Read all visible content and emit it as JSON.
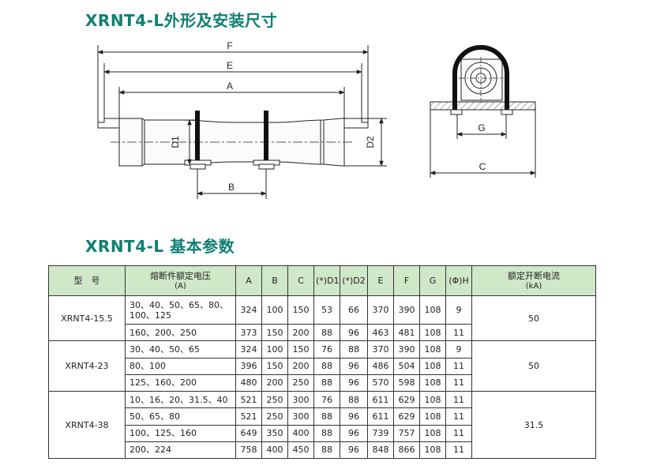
{
  "titles": {
    "drawing": "XRNT4-L外形及安装尺寸",
    "table": "XRNT4-L 基本参数"
  },
  "drawing_labels": {
    "F": "F",
    "E": "E",
    "A": "A",
    "B": "B",
    "D1": "D1",
    "D2": "D2",
    "G": "G",
    "C": "C"
  },
  "table": {
    "headers": {
      "model": "型　号",
      "voltage_line1": "熔断件额定电压",
      "voltage_line2": "(A)",
      "A": "A",
      "B": "B",
      "C": "C",
      "D1": "(*)D1",
      "D2": "(*)D2",
      "E": "E",
      "F": "F",
      "G": "G",
      "H": "(Φ)H",
      "breaking_line1": "额定开断电流",
      "breaking_line2": "(kA)"
    },
    "groups": [
      {
        "model": "XRNT4-15.5",
        "breaking": "50",
        "rows": [
          {
            "rating": "30、40、50、65、80、100、125",
            "A": "324",
            "B": "100",
            "C": "150",
            "D1": "53",
            "D2": "66",
            "E": "370",
            "F": "390",
            "G": "108",
            "H": "9"
          },
          {
            "rating": "160、200、250",
            "A": "373",
            "B": "150",
            "C": "200",
            "D1": "88",
            "D2": "96",
            "E": "463",
            "F": "481",
            "G": "108",
            "H": "11"
          }
        ]
      },
      {
        "model": "XRNT4-23",
        "breaking": "50",
        "rows": [
          {
            "rating": "30、40、50、65",
            "A": "324",
            "B": "100",
            "C": "150",
            "D1": "76",
            "D2": "88",
            "E": "370",
            "F": "390",
            "G": "108",
            "H": "9"
          },
          {
            "rating": "80、100",
            "A": "396",
            "B": "150",
            "C": "200",
            "D1": "88",
            "D2": "96",
            "E": "486",
            "F": "504",
            "G": "108",
            "H": "11"
          },
          {
            "rating": "125、160、200",
            "A": "480",
            "B": "200",
            "C": "250",
            "D1": "88",
            "D2": "96",
            "E": "570",
            "F": "598",
            "G": "108",
            "H": "11"
          }
        ]
      },
      {
        "model": "XRNT4-38",
        "breaking": "31.5",
        "rows": [
          {
            "rating": "10、16、20、31.5、40",
            "A": "521",
            "B": "250",
            "C": "300",
            "D1": "76",
            "D2": "88",
            "E": "611",
            "F": "629",
            "G": "108",
            "H": "11"
          },
          {
            "rating": "50、65、80",
            "A": "521",
            "B": "250",
            "C": "300",
            "D1": "88",
            "D2": "96",
            "E": "611",
            "F": "629",
            "G": "108",
            "H": "11"
          },
          {
            "rating": "100、125、160",
            "A": "649",
            "B": "350",
            "C": "400",
            "D1": "88",
            "D2": "96",
            "E": "739",
            "F": "757",
            "G": "108",
            "H": "11"
          },
          {
            "rating": "200、224",
            "A": "758",
            "B": "400",
            "C": "450",
            "D1": "88",
            "D2": "96",
            "E": "848",
            "F": "866",
            "G": "108",
            "H": "11"
          }
        ]
      }
    ]
  }
}
